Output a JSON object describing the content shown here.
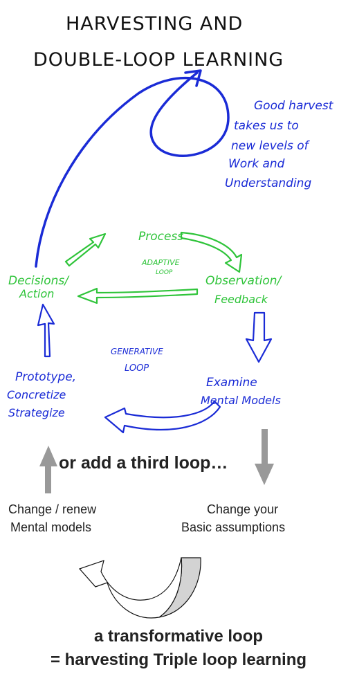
{
  "title": {
    "line1": "HARVESTING AND",
    "line2": "DOUBLE-LOOP LEARNING"
  },
  "note": {
    "lines": [
      "Good harvest",
      "takes us to",
      "new levels of",
      "Work and",
      "Understanding"
    ]
  },
  "loop_labels": {
    "process": "Process",
    "adaptive_1": "ADAPTIVE",
    "adaptive_2": "LOOP",
    "observation_1": "Observation/",
    "observation_2": "Feedback",
    "decisions_1": "Decisions/",
    "decisions_2": "Action",
    "generative_1": "GENERATIVE",
    "generative_2": "LOOP",
    "prototype_1": "Prototype,",
    "prototype_2": "Concretize",
    "prototype_3": "Strategize",
    "examine_1": "Examine",
    "examine_2": "Mental Models"
  },
  "third_loop": {
    "heading": "or add a third loop…",
    "left_1": "Change / renew",
    "left_2": "Mental models",
    "right_1": "Change your",
    "right_2": "Basic assumptions"
  },
  "footer": {
    "line1": "a transformative loop",
    "line2": "= harvesting Triple loop learning"
  },
  "colors": {
    "blue": "#1a2bd6",
    "green": "#2fc43a",
    "gray_arrow": "#999999",
    "curl_fill": "#d3d3d3"
  }
}
